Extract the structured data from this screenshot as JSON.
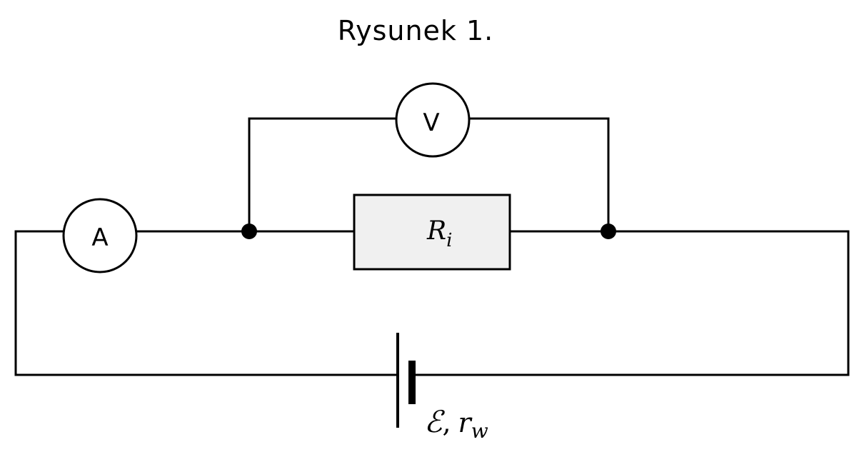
{
  "figure": {
    "title": "Rysunek 1."
  },
  "circuit": {
    "ammeter_label": "A",
    "voltmeter_label": "V",
    "resistor": {
      "symbol": "R",
      "subscript": "i",
      "fill_color": "#f0f0f0"
    },
    "source": {
      "emf_symbol": "ℰ",
      "separator": ",",
      "resistance_symbol": "r",
      "resistance_subscript": "w"
    }
  },
  "colors": {
    "line": "#000000",
    "background": "#ffffff"
  }
}
